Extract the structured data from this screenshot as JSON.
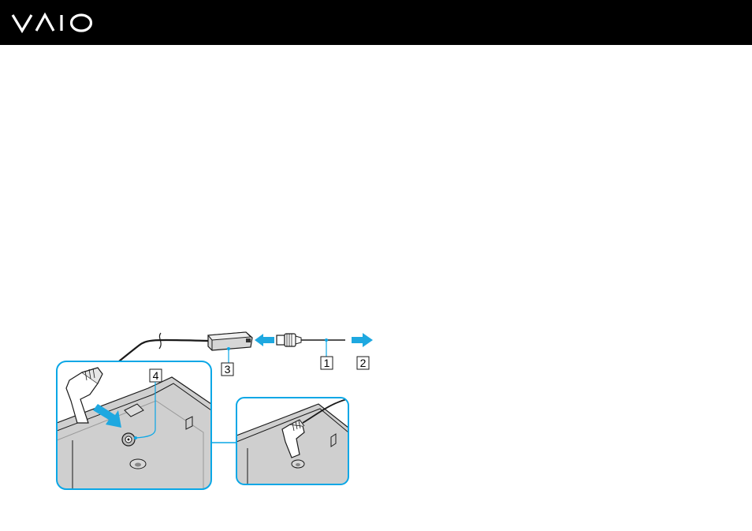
{
  "header": {
    "logo": "VAIO",
    "logo_icon": "vaio-logo"
  },
  "figure": {
    "callouts": [
      "1",
      "2",
      "3",
      "4"
    ]
  },
  "colors": {
    "header_bg": "#000000",
    "accent_blue": "#0aa7e6",
    "arrow_blue": "#1ea8e0",
    "panel_gray": "#cfcfcf"
  }
}
